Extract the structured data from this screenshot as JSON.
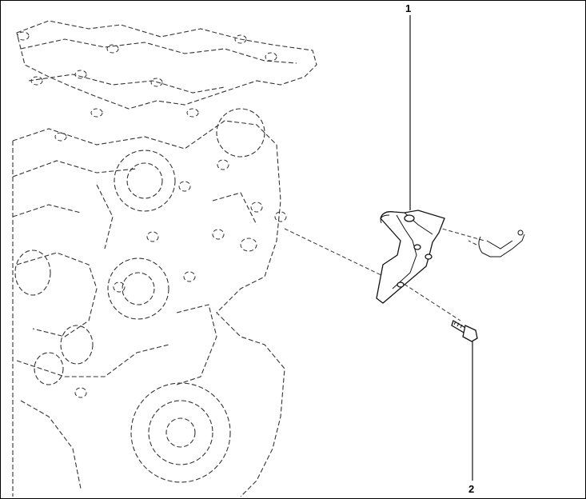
{
  "callouts": [
    {
      "id": "1",
      "label": "1",
      "part": "bracket"
    },
    {
      "id": "2",
      "label": "2",
      "part": "bolt"
    }
  ],
  "colors": {
    "line": "#111111",
    "hidden_line": "#333333",
    "background": "#ffffff"
  }
}
